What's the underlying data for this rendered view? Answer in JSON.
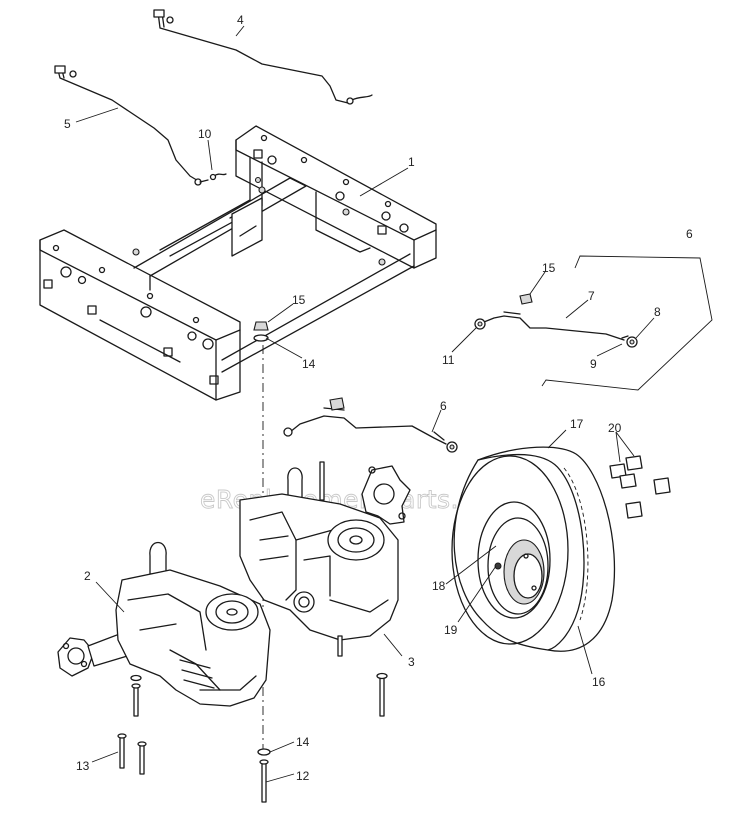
{
  "watermark": "eReplacementParts.com",
  "callouts": {
    "frame": "1",
    "left_transaxle": "2",
    "right_transaxle": "3",
    "rod_upper": "4",
    "rod_left": "5",
    "rod_assembly": "6",
    "rod_assembly_2": "6",
    "rod": "7",
    "ball_joint": "8",
    "nut_9": "9",
    "pin": "10",
    "nut_11": "11",
    "bolt_12": "12",
    "bolt_13": "13",
    "washer_14a": "14",
    "washer_14b": "14",
    "nut_15a": "15",
    "nut_15b": "15",
    "tire": "16",
    "tire_assembly": "17",
    "rim": "18",
    "valve_stem": "19",
    "lug_nuts": "20"
  }
}
